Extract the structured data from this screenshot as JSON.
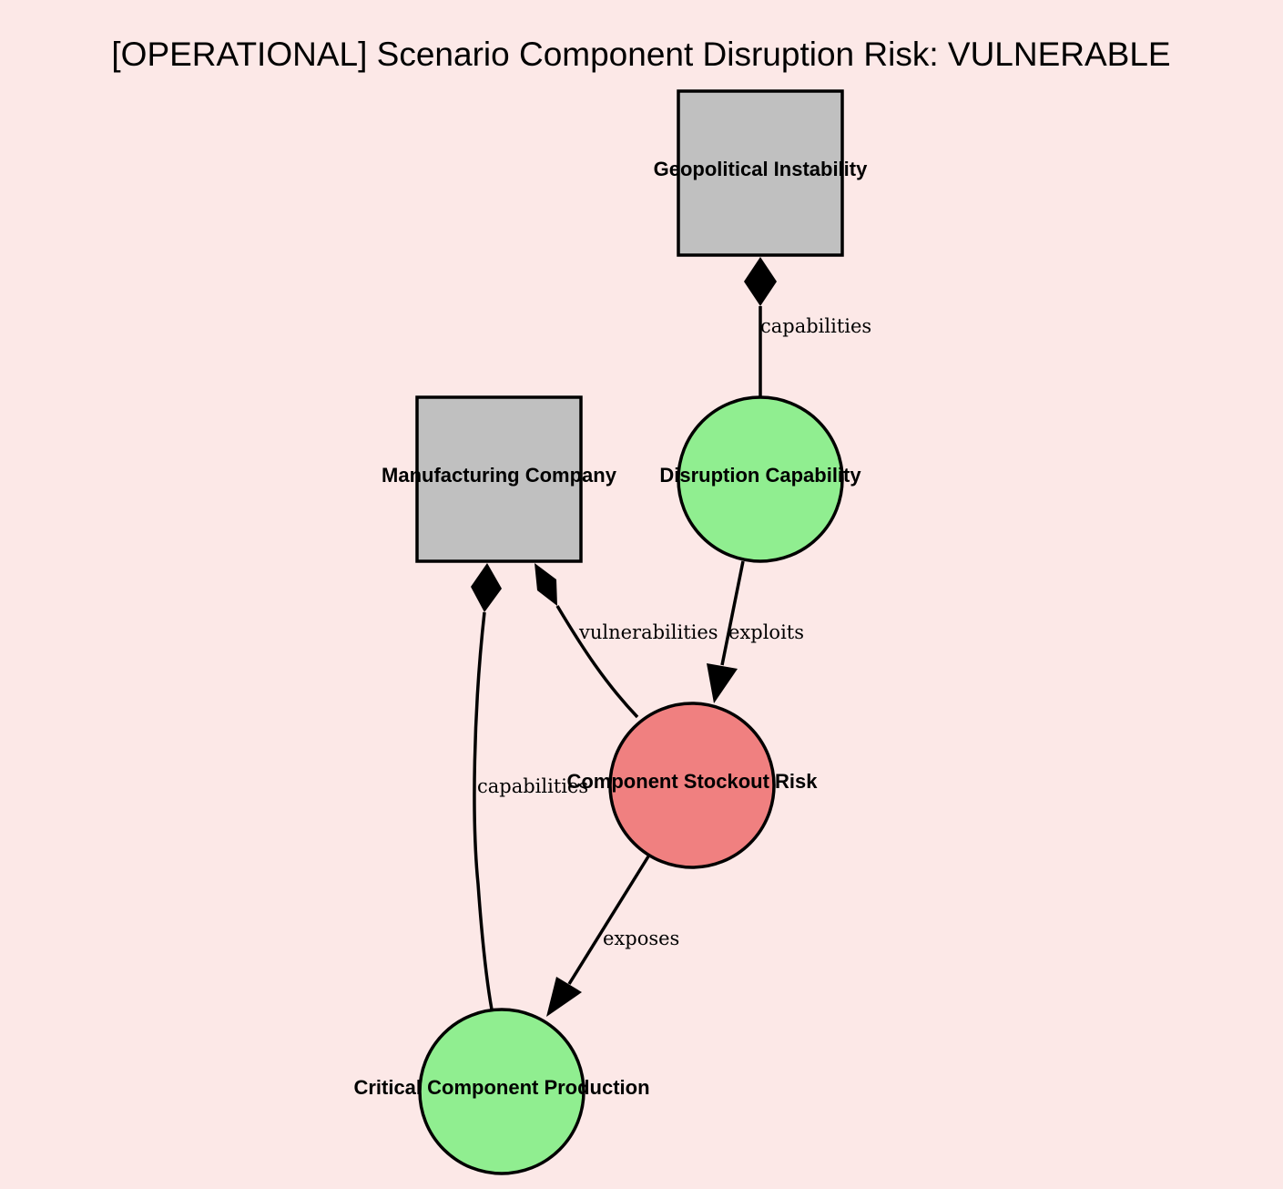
{
  "title": "[OPERATIONAL] Scenario Component Disruption Risk: VULNERABLE",
  "colors": {
    "background": "#fce8e7",
    "actor": "#c0c0c0",
    "capability": "#90ee90",
    "risk": "#f08080"
  },
  "nodes": {
    "geopolitical": {
      "label": "Geopolitical Instability",
      "shape": "square"
    },
    "disruption": {
      "label": "Disruption Capability",
      "shape": "circle"
    },
    "manufacturing": {
      "label": "Manufacturing Company",
      "shape": "square"
    },
    "stockout": {
      "label": "Component Stockout Risk",
      "shape": "circle"
    },
    "production": {
      "label": "Critical Component Production",
      "shape": "circle"
    }
  },
  "edges": {
    "geo_disruption": {
      "label": "capabilities",
      "from": "Geopolitical Instability",
      "to": "Disruption Capability",
      "arrow": "diamond"
    },
    "disruption_stockout": {
      "label": "exploits",
      "from": "Disruption Capability",
      "to": "Component Stockout Risk",
      "arrow": "triangle"
    },
    "manufacturing_stockout": {
      "label": "vulnerabilities",
      "from": "Manufacturing Company",
      "to": "Component Stockout Risk",
      "arrow": "diamond"
    },
    "manufacturing_production": {
      "label": "capabilities",
      "from": "Manufacturing Company",
      "to": "Critical Component Production",
      "arrow": "diamond"
    },
    "stockout_production": {
      "label": "exposes",
      "from": "Component Stockout Risk",
      "to": "Critical Component Production",
      "arrow": "triangle"
    }
  }
}
